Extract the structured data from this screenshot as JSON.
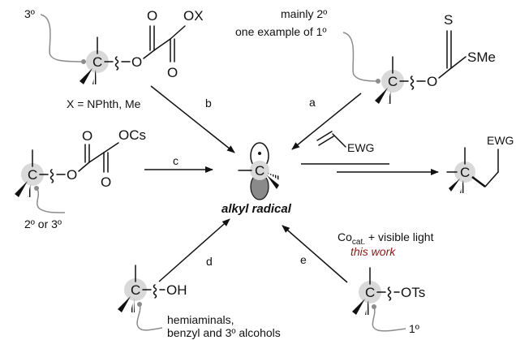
{
  "labels": {
    "tl_degree": "3º",
    "tl_ox": "OX",
    "tl_x": "X = NPhth, Me",
    "tr_mainly": "mainly 2º",
    "tr_example": "one example of 1º",
    "tr_s": "S",
    "tr_sme": "SMe",
    "ml_ocs": "OCs",
    "ml_degree": "2º or 3º",
    "radical": "alkyl radical",
    "ewg_reagent": "EWG",
    "ewg_product": "EWG",
    "bl_oh": "OH",
    "bl_note1": "hemiaminals,",
    "bl_note2": "benzyl and 3º alcohols",
    "br_ots": "OTs",
    "br_degree": "1º",
    "cond_main": "Co",
    "cond_sub": "cat.",
    "cond_rest": " + visible light",
    "cond_work": "this work",
    "arrow_a": "a",
    "arrow_b": "b",
    "arrow_c": "c",
    "arrow_d": "d",
    "arrow_e": "e",
    "atom_c": "C",
    "atom_o": "O"
  },
  "colors": {
    "this_work": "#8b1a1a",
    "highlight": "#d9d9d9",
    "pointer": "#8c8c8c"
  }
}
